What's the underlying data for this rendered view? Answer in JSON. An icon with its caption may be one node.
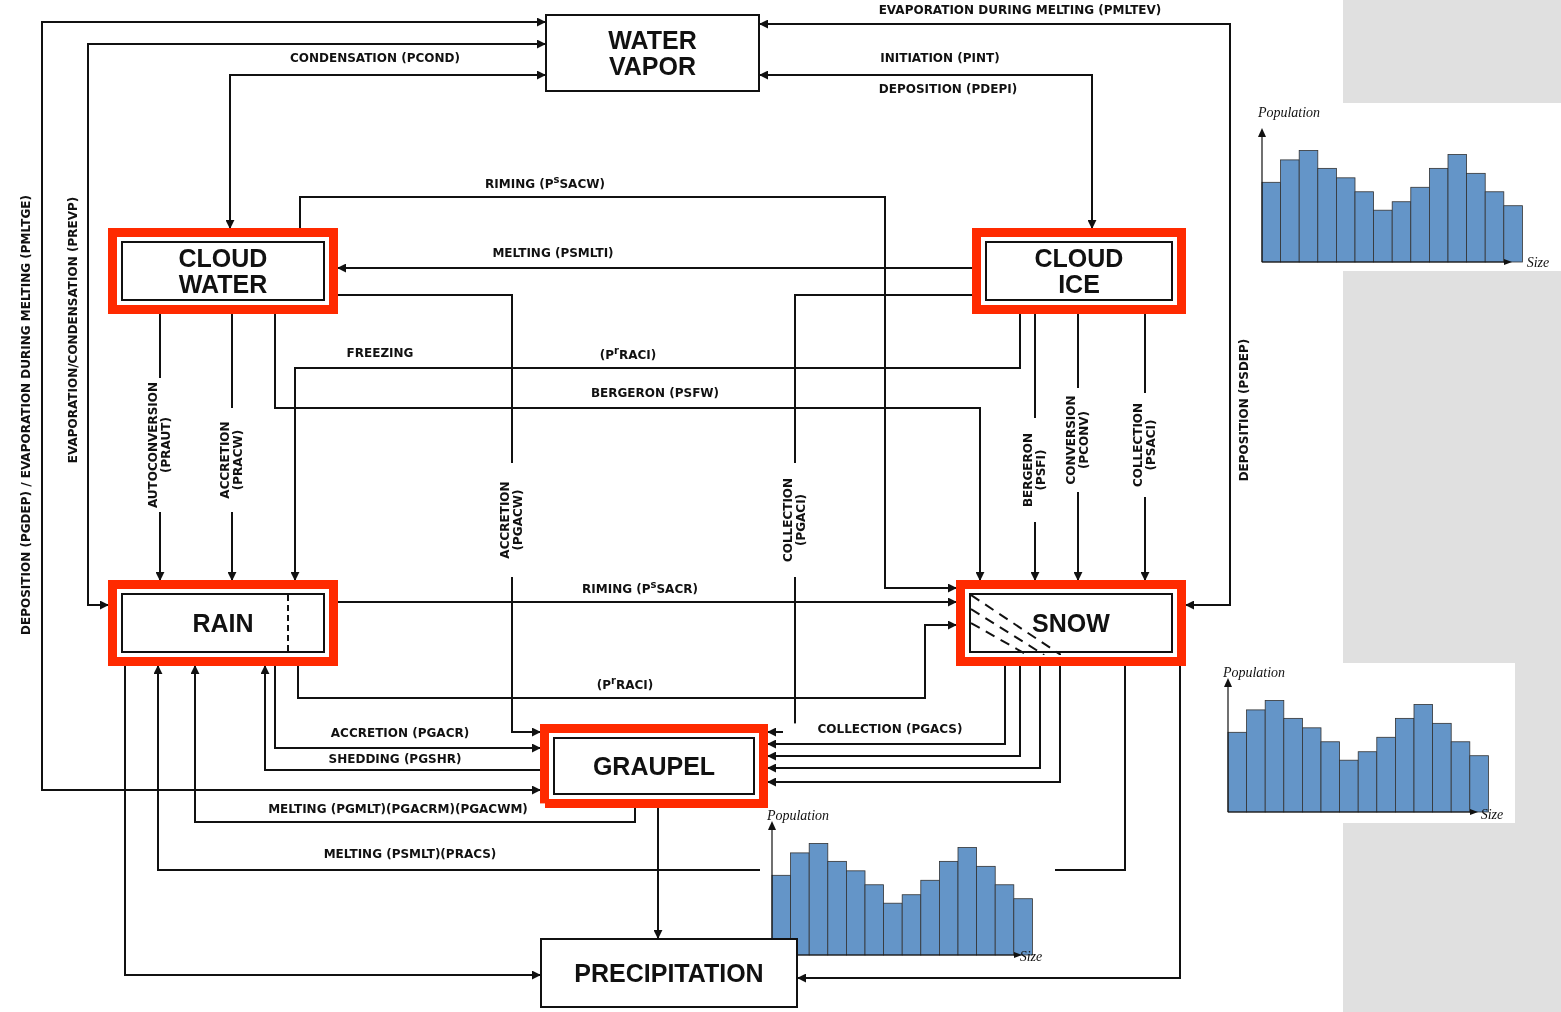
{
  "diagram": {
    "nodes": [
      {
        "text": [
          "WATER VAPOR"
        ]
      },
      {
        "text": [
          "CLOUD WATER"
        ]
      },
      {
        "text": [
          "CLOUD ICE"
        ]
      },
      {
        "text": [
          "RAIN"
        ]
      },
      {
        "text": [
          "SNOW"
        ]
      },
      {
        "text": [
          "GRAUPEL"
        ]
      },
      {
        "text": [
          "PRECIPITATION"
        ]
      }
    ],
    "edges": [
      {
        "from": 5,
        "to": 0,
        "arrow": "both",
        "label": "DEPOSITION (PGDEP) / EVAPORATION DURING MELTING (PMLTGE)"
      },
      {
        "from": 3,
        "to": 0,
        "arrow": "both",
        "label": "EVAPORATION/CONDENSATION (PREVP)"
      },
      {
        "from": 1,
        "to": 0,
        "arrow": "both",
        "label": "CONDENSATION (PCOND)"
      },
      {
        "from": 0,
        "to": 4,
        "arrow": "both",
        "label": "EVAPORATION DURING MELTING (PMLTEV)"
      },
      {
        "from": 0,
        "to": 2,
        "arrow": "both",
        "label": "INITIATION (PINT)"
      },
      {
        "from": 1,
        "to": 4,
        "arrow": "to",
        "label": "RIMING (P$^{s}$SACW)"
      },
      {
        "from": 2,
        "to": 1,
        "arrow": "to",
        "label": "MELTING (PSMLTI)"
      },
      {
        "from": 1,
        "to": 5,
        "arrow": "to",
        "label": "ACCRETION (PGACW)"
      },
      {
        "from": 2,
        "to": 5,
        "arrow": "to",
        "label": "COLLECTION (PGACI)"
      },
      {
        "from": 2,
        "to": 3,
        "arrow": "to",
        "label": "FREEZING"
      },
      {
        "from": 1,
        "to": 4,
        "arrow": "to",
        "label": "BERGERON (PSFW)"
      },
      {
        "from": 1,
        "to": 3,
        "arrow": "to",
        "label": "AUTOCONVERSION (PRAUT)"
      },
      {
        "from": 1,
        "to": 3,
        "arrow": "to",
        "label": "ACCRETION (PRACW)"
      },
      {
        "from": 2,
        "to": 4,
        "arrow": "to",
        "label": "BERGERON (PSFI)"
      },
      {
        "from": 2,
        "to": 4,
        "arrow": "to",
        "label": "CONVERSION (PCONV)"
      },
      {
        "from": 2,
        "to": 4,
        "arrow": "to",
        "label": "COLLECTION (PSACI)"
      },
      {
        "from": 3,
        "to": 4,
        "arrow": "to",
        "label": "RIMING (P$^{s}$SACR)"
      },
      {
        "from": 3,
        "to": 4,
        "arrow": "to",
        "label": "(P$^{r}$RACI)"
      },
      {
        "from": 3,
        "to": 5,
        "arrow": "to",
        "label": "ACCRETION (PGACR)"
      },
      {
        "from": 5,
        "to": 3,
        "arrow": "to",
        "label": "SHEDDING (PGSHR)"
      },
      {
        "from": 5,
        "to": 3,
        "arrow": "to",
        "label": "MELTING (PGMLT)(PGACRM)(PGACWM)"
      },
      {
        "from": 4,
        "to": 3,
        "arrow": "to",
        "label": "MELTING (PSMLT)(PRACS)"
      },
      {
        "from": 4,
        "to": 5,
        "arrow": "to",
        "label": "COLLECTION (PGACS)"
      },
      {
        "from": 4,
        "to": 5,
        "arrow": "to"
      },
      {
        "from": 4,
        "to": 5,
        "arrow": "to"
      },
      {
        "from": 4,
        "to": 5,
        "arrow": "to"
      },
      {
        "from": 3,
        "to": 6,
        "arrow": "to"
      },
      {
        "from": 5,
        "to": 6,
        "arrow": "to"
      },
      {
        "from": 4,
        "to": 6,
        "arrow": "to"
      }
    ],
    "labels": [
      "DEPOSITION (PDEPI)",
      "Population",
      "Size",
      "(P$^{r}$RACI)",
      "DEPOSITION (PSDEP)",
      "Population",
      "Size",
      "Population",
      "Size"
    ]
  }
}
